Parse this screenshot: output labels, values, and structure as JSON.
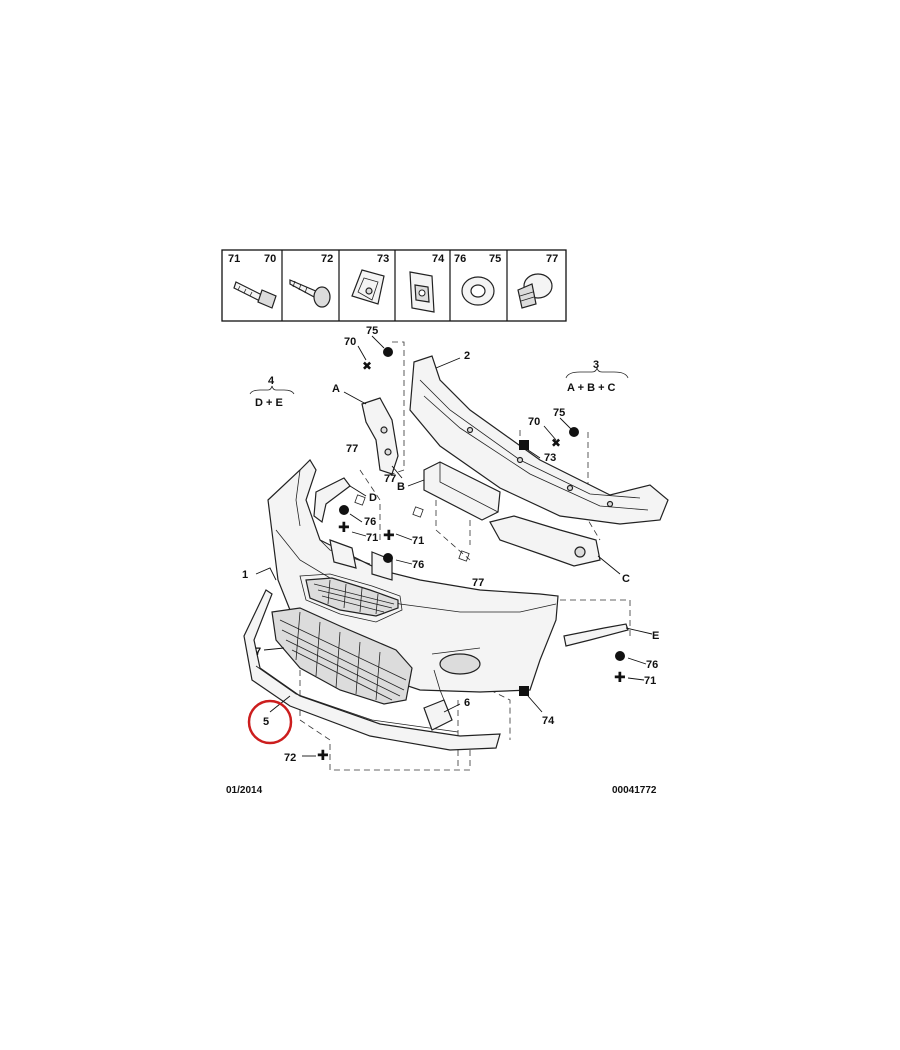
{
  "diagram": {
    "date_code": "01/2014",
    "ref_number": "00041772",
    "legend_cells": [
      {
        "labels": [
          "71",
          "70"
        ],
        "icon": "bolt-icon"
      },
      {
        "labels": [
          "72"
        ],
        "icon": "screw-icon"
      },
      {
        "labels": [
          "73"
        ],
        "icon": "clip-icon"
      },
      {
        "labels": [
          "74"
        ],
        "icon": "nut-clip-icon"
      },
      {
        "labels": [
          "76",
          "75"
        ],
        "icon": "washer-icon"
      },
      {
        "labels": [
          "77"
        ],
        "icon": "push-rivet-icon"
      }
    ],
    "group_labels": {
      "g3_num": "3",
      "g3_parts": "A + B + C",
      "g4_num": "4",
      "g4_parts": "D + E"
    },
    "callouts": {
      "c1": "1",
      "c2": "2",
      "c5": "5",
      "c6": "6",
      "c7": "7",
      "cA": "A",
      "cB": "B",
      "cC": "C",
      "cD": "D",
      "cE": "E",
      "c70a": "70",
      "c75a": "75",
      "c70b": "70",
      "c75b": "75",
      "c73": "73",
      "c74": "74",
      "c77a": "77",
      "c77b": "77",
      "c77c": "77",
      "c76a": "76",
      "c76b": "76",
      "c76c": "76",
      "c71a": "71",
      "c71b": "71",
      "c71c": "71",
      "c72": "72"
    },
    "highlight_color": "#cc1e1e"
  }
}
